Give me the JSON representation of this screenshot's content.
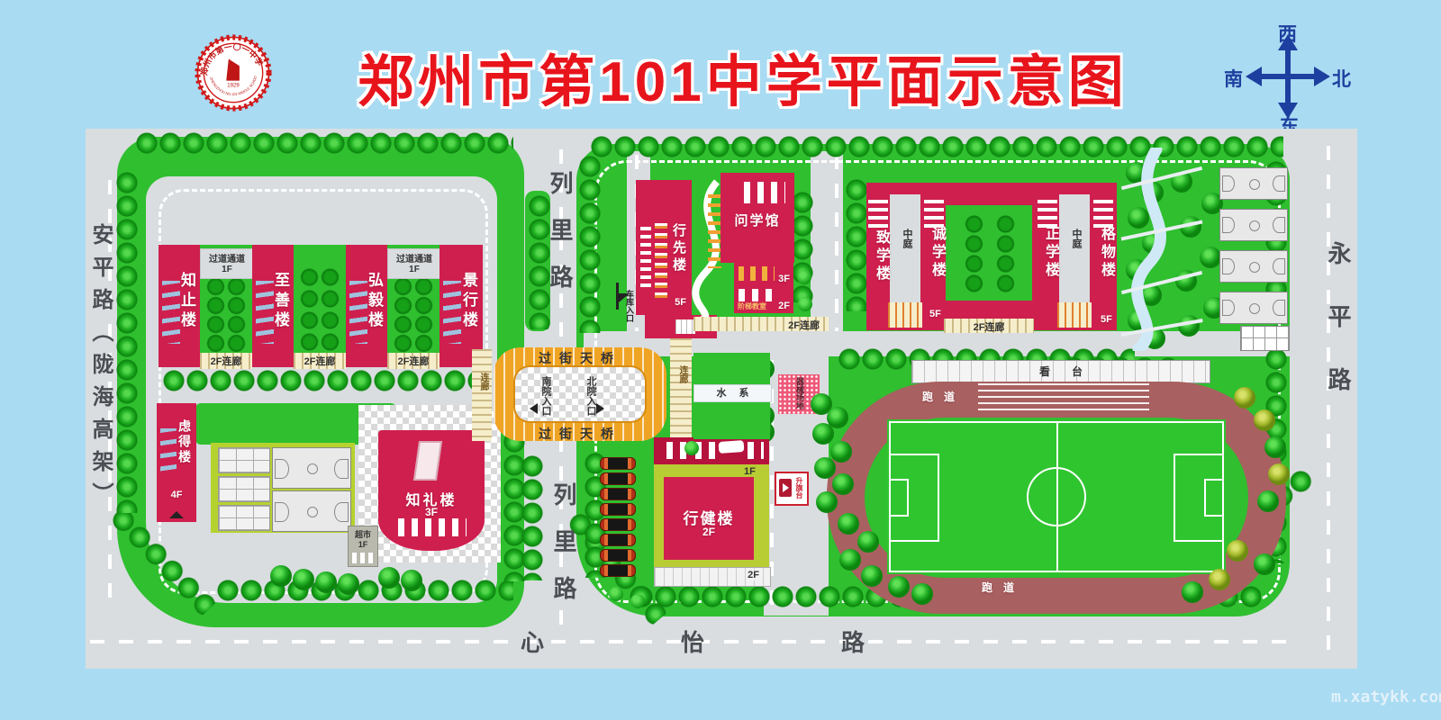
{
  "header": {
    "title": "郑州市第101中学平面示意图"
  },
  "logo": {
    "ring_top": "郑州市第一〇一中学",
    "ring_bottom": "ZHENGZHOU NO.101 MIDDLE SCHOOL",
    "year": "1929"
  },
  "compass": {
    "top": "西",
    "right": "北",
    "bottom": "东",
    "left": "南"
  },
  "roads": {
    "west": "安平路（陇海高架）",
    "middle": "列里路",
    "bottom": "心怡路",
    "east": "永平路"
  },
  "south": {
    "b1": "知止楼",
    "b2": "至善楼",
    "b3": "弘毅楼",
    "b4": "景行楼",
    "passage": "过道通道",
    "passage_floor": "1F",
    "corridor2f": "2F连廊",
    "lvde": "虑得楼",
    "lvde_floor": "4F",
    "zhili": "知礼楼",
    "zhili_floor": "3F",
    "market": "超市",
    "market_floor": "1F",
    "corridor": "连廊"
  },
  "bridge": {
    "overpass": "过街天桥",
    "entry_south": "南院入口",
    "entry_north": "北院入口",
    "garage": "车库入口",
    "corridor": "连廊"
  },
  "north": {
    "xingxian": "行先楼",
    "xingxian_floor": "5F",
    "wenxueguan": "问学馆",
    "wenxueguan_floor": "3F",
    "jietijiaoshi": "阶梯教室",
    "jieti_floor": "2F",
    "corridor2f": "2F连廊",
    "zhixue": "致学楼",
    "atrium": "中庭",
    "chengxue": "诚学楼",
    "chengxue_floor": "5F",
    "zhengxue": "正学楼",
    "gewu": "格物楼",
    "gewu_floor": "5F",
    "water": "水系",
    "corridor": "连廊",
    "xingjian": "行健楼",
    "xingjian_floor": "2F",
    "xingjian_1f": "1F",
    "xingjian_2f": "2F",
    "equipment": "器械场地",
    "flag_platform": "升旗台"
  },
  "stadium": {
    "stand": "看台",
    "track": "跑道"
  },
  "watermark": "m.xatykk.com"
}
